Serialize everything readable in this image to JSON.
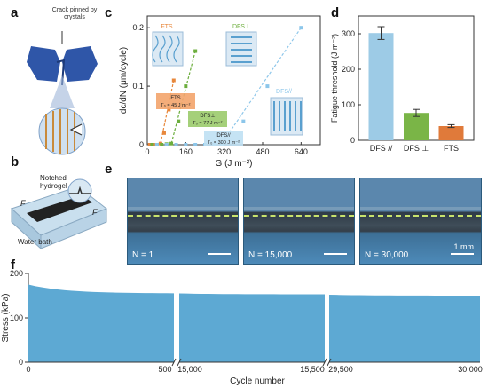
{
  "panels": {
    "a": "a",
    "b": "b",
    "c": "c",
    "d": "d",
    "e": "e",
    "f": "f"
  },
  "panel_a": {
    "caption": "Crack pinned by crystals"
  },
  "panel_b": {
    "notched_label": "Notched hydrogel",
    "water_label": "Water bath",
    "force_label": "F"
  },
  "panel_e": {
    "photos": [
      {
        "n_label": "N",
        "n_value": " = 1"
      },
      {
        "n_label": "N",
        "n_value": " = 15,000"
      },
      {
        "n_label": "N",
        "n_value": " = 30,000"
      }
    ],
    "scale_label": "1 mm"
  },
  "chart_data": [
    {
      "id": "c",
      "type": "scatter",
      "xlabel": "G (J m⁻²)",
      "ylabel": "dc/dN (μm/cycle)",
      "xlim": [
        0,
        720
      ],
      "ylim": [
        0,
        0.22
      ],
      "xticks": [
        "0",
        "160",
        "320",
        "480",
        "640"
      ],
      "yticks": [
        "0",
        "0.1",
        "0.2"
      ],
      "colors": {
        "FTS": "#e8873b",
        "DFS_perp": "#6cae3d",
        "DFS_par": "#8cc6ea"
      },
      "series": [
        {
          "name": "FTS",
          "color": "#e8873b",
          "x": [
            10,
            25,
            40,
            55,
            70,
            90,
            110
          ],
          "y": [
            0,
            0,
            0,
            0.002,
            0.02,
            0.06,
            0.11
          ]
        },
        {
          "name": "DFS⊥",
          "color": "#6cae3d",
          "x": [
            20,
            40,
            60,
            80,
            100,
            130,
            160,
            200
          ],
          "y": [
            0,
            0,
            0,
            0.001,
            0.002,
            0.04,
            0.1,
            0.16
          ]
        },
        {
          "name": "DFS//",
          "color": "#8cc6ea",
          "x": [
            40,
            80,
            120,
            160,
            200,
            240,
            280,
            310,
            400,
            500,
            640
          ],
          "y": [
            0,
            0,
            0,
            0,
            0,
            0,
            0,
            0.002,
            0.04,
            0.1,
            0.2
          ]
        }
      ],
      "annotations": [
        {
          "title": "FTS",
          "color": "#e8873b"
        },
        {
          "title": "DFS⊥",
          "color": "#6cae3d"
        },
        {
          "title": "DFS//",
          "color": "#8cc6ea"
        }
      ],
      "boxes": [
        {
          "line1": "FTS",
          "line2": "Γ₀ = 45 J m⁻²",
          "color": "#f3a46b"
        },
        {
          "line1": "DFS⊥",
          "line2": "Γ₀ = 77 J m⁻²",
          "color": "#9bcb6c"
        },
        {
          "line1": "DFS//",
          "line2": "Γ₀ = 300 J m⁻²",
          "color": "#bfe0f3"
        }
      ]
    },
    {
      "id": "d",
      "type": "bar",
      "categories": [
        "DFS //",
        "DFS ⊥",
        "FTS"
      ],
      "values": [
        302,
        77,
        40
      ],
      "errors": [
        18,
        10,
        4
      ],
      "colors": [
        "#9dcbe6",
        "#7ab547",
        "#e07a3a"
      ],
      "ylabel": "Fatigue threshold (J m⁻²)",
      "ylim": [
        0,
        350
      ],
      "yticks": [
        "0",
        "100",
        "200",
        "300"
      ]
    },
    {
      "id": "f",
      "type": "area",
      "ylabel": "Stress (kPa)",
      "xlabel": "Cycle number",
      "ylim": [
        0,
        200
      ],
      "yticks": [
        "0",
        "100",
        "200"
      ],
      "xticks": [
        "0",
        "500",
        "15,000",
        "15,500",
        "29,500",
        "30,000"
      ],
      "color": "#5da9d3",
      "segments": [
        {
          "x_start": 0,
          "x_end": 500,
          "y_start": 175,
          "y_end": 155
        },
        {
          "x_start": 15000,
          "x_end": 15500,
          "y_start": 155,
          "y_end": 153
        },
        {
          "x_start": 29500,
          "x_end": 30000,
          "y_start": 152,
          "y_end": 150
        }
      ]
    }
  ]
}
